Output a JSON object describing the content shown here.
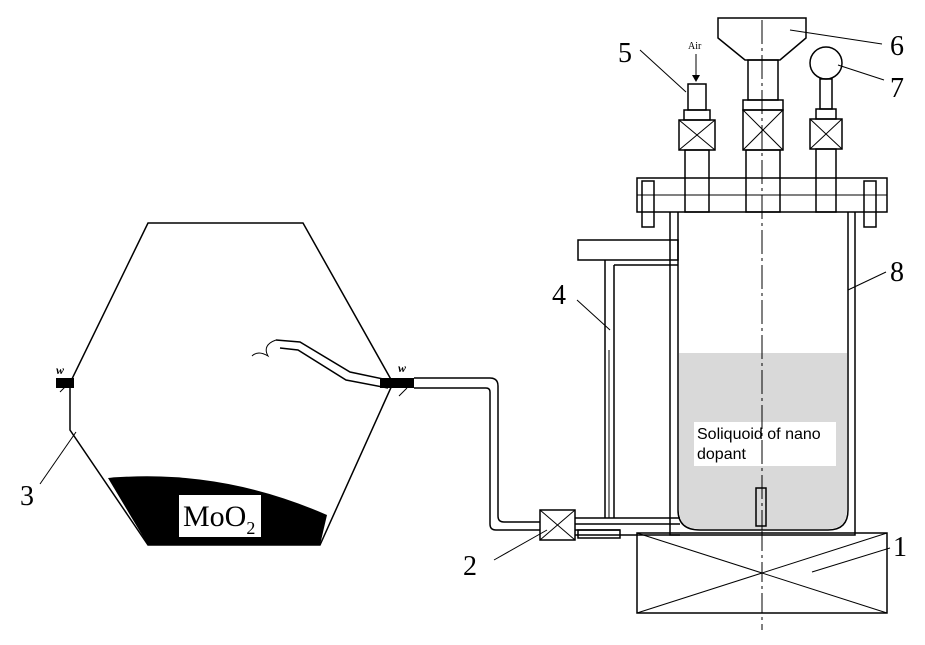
{
  "callouts": {
    "n1": "1",
    "n2": "2",
    "n3": "3",
    "n4": "4",
    "n5": "5",
    "n6": "6",
    "n7": "7",
    "n8": "8"
  },
  "air_label": "Air",
  "valve_marker": "w",
  "liquid_label_line1": "Soliquoid of nano",
  "liquid_label_line2": "dopant",
  "powder_label_main": "MoO",
  "powder_label_sub": "2",
  "colors": {
    "liquid": "#d9d9d9",
    "powder": "#000000",
    "line": "#000000"
  }
}
